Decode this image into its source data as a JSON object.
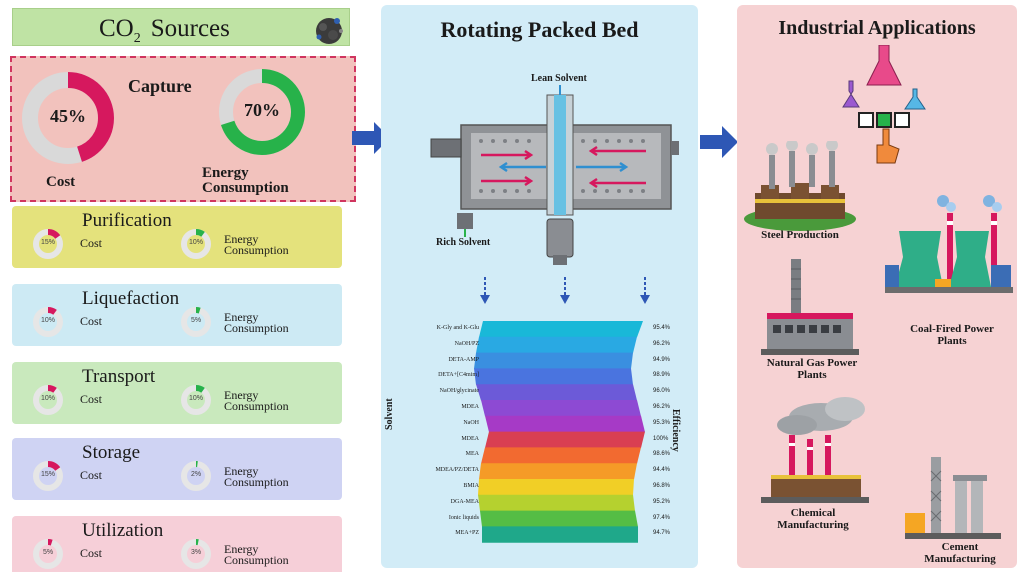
{
  "sources": {
    "title_main": "CO",
    "title_sub": "2",
    "title_rest": "Sources"
  },
  "capture": {
    "title": "Capture",
    "cost_pct": "45%",
    "cost_label": "Cost",
    "cost_value": 45,
    "energy_pct": "70%",
    "energy_label_1": "Energy",
    "energy_label_2": "Consumption",
    "energy_value": 70
  },
  "stages": [
    {
      "title": "Purification",
      "cost_pct": "15%",
      "energy_pct": "10%",
      "cost_value": 15,
      "energy_value": 10,
      "cost_label": "Cost",
      "energy_label_1": "Energy",
      "energy_label_2": "Consumption",
      "bg": "#e4e27c"
    },
    {
      "title": "Liquefaction",
      "cost_pct": "10%",
      "energy_pct": "5%",
      "cost_value": 10,
      "energy_value": 5,
      "cost_label": "Cost",
      "energy_label_1": "Energy",
      "energy_label_2": "Consumption",
      "bg": "#cdeaf4"
    },
    {
      "title": "Transport",
      "cost_pct": "10%",
      "energy_pct": "10%",
      "cost_value": 10,
      "energy_value": 10,
      "cost_label": "Cost",
      "energy_label_1": "Energy",
      "energy_label_2": "Consumption",
      "bg": "#c9e9bd"
    },
    {
      "title": "Storage",
      "cost_pct": "15%",
      "energy_pct": "2%",
      "cost_value": 15,
      "energy_value": 2,
      "cost_label": "Cost",
      "energy_label_1": "Energy",
      "energy_label_2": "Consumption",
      "bg": "#cfd3f3"
    },
    {
      "title": "Utilization",
      "cost_pct": "5%",
      "energy_pct": "3%",
      "cost_value": 5,
      "energy_value": 3,
      "cost_label": "Cost",
      "energy_label_1": "Energy",
      "energy_label_2": "Consumption",
      "bg": "#f6cfd8"
    }
  ],
  "rpb": {
    "title": "Rotating Packed Bed",
    "lean_solvent": "Lean Solvent",
    "rich_solvent": "Rich Solvent",
    "axis_solvent": "Solvent",
    "axis_efficiency": "Efficiency",
    "solvents": [
      {
        "name": "K-Gly and K-Glu",
        "eff": "95.4%",
        "color": "#19b8d8"
      },
      {
        "name": "NaOH/PZ",
        "eff": "96.2%",
        "color": "#29a9e3"
      },
      {
        "name": "DETA-AMP",
        "eff": "94.9%",
        "color": "#3a8fe0"
      },
      {
        "name": "DETA+[C4mim]",
        "eff": "98.9%",
        "color": "#4a74df"
      },
      {
        "name": "NaOH/glycinate",
        "eff": "96.0%",
        "color": "#6c5ad8"
      },
      {
        "name": "MDEA",
        "eff": "96.2%",
        "color": "#8d4ad3"
      },
      {
        "name": "NaOH",
        "eff": "95.3%",
        "color": "#a63ac6"
      },
      {
        "name": "MDEA",
        "eff": "100%",
        "color": "#d93f52"
      },
      {
        "name": "MEA",
        "eff": "98.6%",
        "color": "#f26a30"
      },
      {
        "name": "MDEA/PZ/DETA",
        "eff": "94.4%",
        "color": "#f59b27"
      },
      {
        "name": "BMIA",
        "eff": "96.8%",
        "color": "#f1cf26"
      },
      {
        "name": "DGA-MEA",
        "eff": "95.2%",
        "color": "#b5d12f"
      },
      {
        "name": "Ionic liquids",
        "eff": "97.4%",
        "color": "#55bd45"
      },
      {
        "name": "MEA+PZ",
        "eff": "94.7%",
        "color": "#1fa88a"
      }
    ]
  },
  "apps": {
    "title": "Industrial Applications",
    "steel": "Steel Production",
    "coal_1": "Coal-Fired Power",
    "coal_2": "Plants",
    "gas_1": "Natural Gas Power",
    "gas_2": "Plants",
    "chem_1": "Chemical",
    "chem_2": "Manufacturing",
    "cement_1": "Cement",
    "cement_2": "Manufacturing"
  },
  "colors": {
    "cost": "#d6185e",
    "energy": "#27b24a",
    "track": "#d9d9d9",
    "arrow": "#2e57b5"
  }
}
